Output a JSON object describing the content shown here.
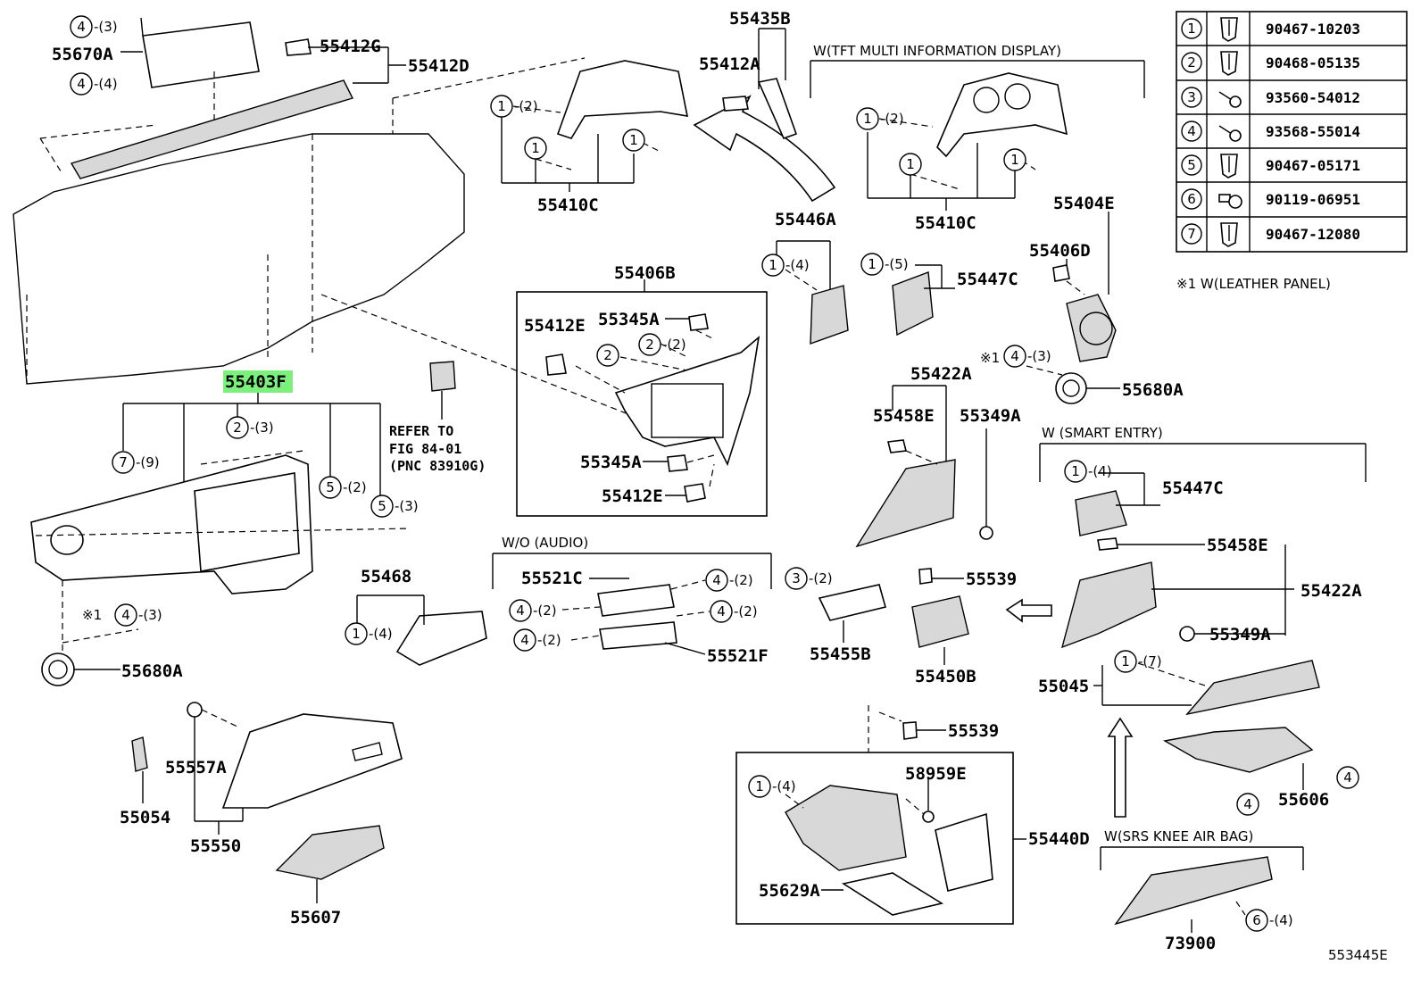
{
  "diagram_code": "553445E",
  "highlighted_part": "55403F",
  "part_labels": {
    "p55670A": "55670A",
    "p55412G": "55412G",
    "p55412D": "55412D",
    "p55435B": "55435B",
    "p55412A": "55412A",
    "p55410C_left": "55410C",
    "p55410C_right": "55410C",
    "p55446A": "55446A",
    "p55447C_top": "55447C",
    "p55404E": "55404E",
    "p55406D": "55406D",
    "p55680A_right": "55680A",
    "p55406B": "55406B",
    "p55412E_top": "55412E",
    "p55345A_top": "55345A",
    "p55345A_bottom": "55345A",
    "p55412E_bottom": "55412E",
    "p55403F": "55403F",
    "p55422A_top": "55422A",
    "p55458E_top": "55458E",
    "p55349A_top": "55349A",
    "p55447C_right": "55447C",
    "p55458E_right": "55458E",
    "p55422A_right": "55422A",
    "p55349A_right": "55349A",
    "p55468": "55468",
    "p55521C": "55521C",
    "p55521F": "55521F",
    "p55455B": "55455B",
    "p55539_mid": "55539",
    "p55450B": "55450B",
    "p55680A_left": "55680A",
    "p55045": "55045",
    "p55539_low": "55539",
    "p55557A": "55557A",
    "p55054": "55054",
    "p55550": "55550",
    "p55607": "55607",
    "p58959E": "58959E",
    "p55440D": "55440D",
    "p55629A": "55629A",
    "p55606": "55606",
    "p73900": "73900"
  },
  "conditions": {
    "tft": "W(TFT MULTI INFORMATION DISPLAY)",
    "leather": "※1 W(LEATHER PANEL)",
    "smart_entry": "W (SMART ENTRY)",
    "audio": "W/O (AUDIO)",
    "srs": "W(SRS KNEE AIR BAG)"
  },
  "refer": {
    "line1": "REFER TO",
    "line2": "FIG 84-01",
    "line3": "(PNC 83910G)"
  },
  "star_mark": "※1",
  "callouts": {
    "c_4_3_top": {
      "num": "4",
      "qty": "-(3)"
    },
    "c_4_4_top": {
      "num": "4",
      "qty": "-(4)"
    },
    "c_1_2_l": {
      "num": "1",
      "qty": "-(2)"
    },
    "c_1_l_a": {
      "num": "1",
      "qty": ""
    },
    "c_1_l_b": {
      "num": "1",
      "qty": ""
    },
    "c_1_2_r": {
      "num": "1",
      "qty": "-(2)"
    },
    "c_1_r_a": {
      "num": "1",
      "qty": ""
    },
    "c_1_r_b": {
      "num": "1",
      "qty": ""
    },
    "c_1_4_446": {
      "num": "1",
      "qty": "-(4)"
    },
    "c_1_5_447": {
      "num": "1",
      "qty": "-(5)"
    },
    "c_4_3_680": {
      "num": "4",
      "qty": "-(3)"
    },
    "c_2_2_406": {
      "num": "2",
      "qty": "-(2)"
    },
    "c_2_406": {
      "num": "2",
      "qty": ""
    },
    "c_2_3_403": {
      "num": "2",
      "qty": "-(3)"
    },
    "c_7_9": {
      "num": "7",
      "qty": "-(9)"
    },
    "c_5_2": {
      "num": "5",
      "qty": "-(2)"
    },
    "c_5_3": {
      "num": "5",
      "qty": "-(3)"
    },
    "c_4_3_left": {
      "num": "4",
      "qty": "-(3)"
    },
    "c_1_4_468": {
      "num": "1",
      "qty": "-(4)"
    },
    "c_4_2_a": {
      "num": "4",
      "qty": "-(2)"
    },
    "c_4_2_b": {
      "num": "4",
      "qty": "-(2)"
    },
    "c_4_2_c": {
      "num": "4",
      "qty": "-(2)"
    },
    "c_4_2_d": {
      "num": "4",
      "qty": "-(2)"
    },
    "c_3_2": {
      "num": "3",
      "qty": "-(2)"
    },
    "c_1_4_se": {
      "num": "1",
      "qty": "-(4)"
    },
    "c_1_7": {
      "num": "1",
      "qty": "-(7)"
    },
    "c_4_606a": {
      "num": "4",
      "qty": ""
    },
    "c_4_606b": {
      "num": "4",
      "qty": ""
    },
    "c_1_4_440": {
      "num": "1",
      "qty": "-(4)"
    },
    "c_6_4": {
      "num": "6",
      "qty": "-(4)"
    }
  },
  "fastener_table": {
    "rows": [
      {
        "num": "1",
        "part": "90467-10203",
        "icon": "clip-icon"
      },
      {
        "num": "2",
        "part": "90468-05135",
        "icon": "clip-icon"
      },
      {
        "num": "3",
        "part": "93560-54012",
        "icon": "screw-icon"
      },
      {
        "num": "4",
        "part": "93568-55014",
        "icon": "screw-icon"
      },
      {
        "num": "5",
        "part": "90467-05171",
        "icon": "clip-icon"
      },
      {
        "num": "6",
        "part": "90119-06951",
        "icon": "bolt-icon"
      },
      {
        "num": "7",
        "part": "90467-12080",
        "icon": "clip-icon"
      }
    ]
  },
  "colors": {
    "highlight": "#7cf07c",
    "line": "#000000",
    "background": "#ffffff"
  }
}
